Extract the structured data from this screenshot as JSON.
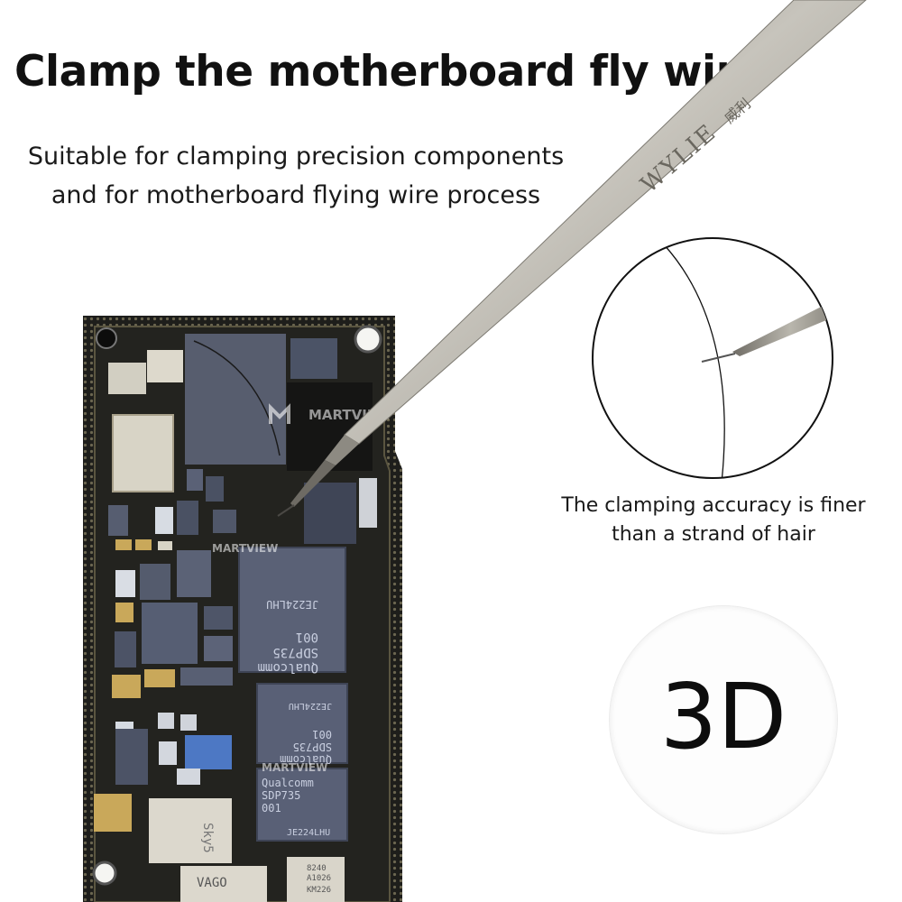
{
  "headline": "Clamp the motherboard fly wire",
  "subtitle": {
    "line1": "Suitable for clamping precision components",
    "line2": "and for motherboard flying wire process"
  },
  "caption": {
    "line1": "The clamping accuracy is finer",
    "line2": "than a strand of hair"
  },
  "badge": "3D",
  "tweezers_brand": "WYLIE",
  "tweezers_brand_cn": "威利",
  "watermark": "MARTVIEW",
  "chips": {
    "main": [
      "Qualcomm",
      "SDP735",
      "001",
      "JE224LHU"
    ],
    "second": [
      "Qualcomm",
      "SDP735",
      "001",
      "JE224LHU"
    ],
    "third": [
      "Qualcomm",
      "SDP735",
      "001",
      "JE224LHU"
    ],
    "sky": "Sky5",
    "vago": "VAGO",
    "small_code": [
      "8240",
      "A1026",
      "KM226"
    ]
  },
  "colors": {
    "board": "#1b1b18",
    "chip": "#5a6176",
    "gold": "#c9a85a",
    "steel": "#9a968d"
  }
}
